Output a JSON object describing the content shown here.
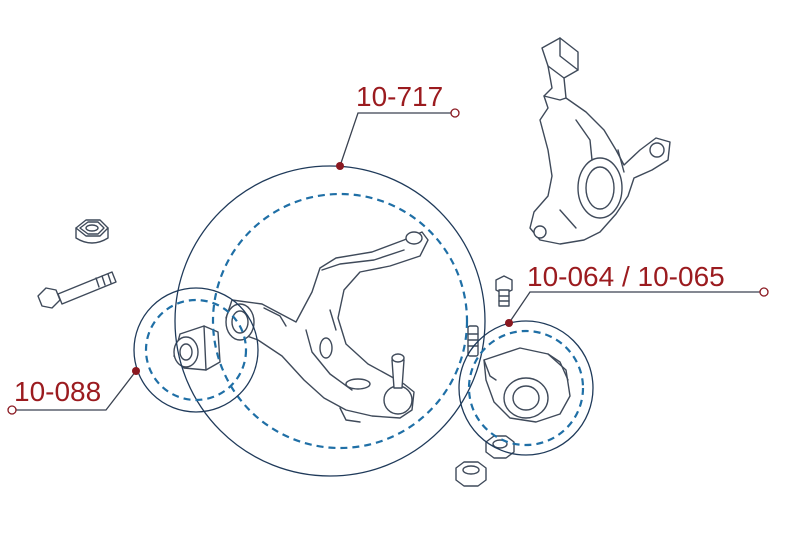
{
  "labels": {
    "lower_arm": "10-717",
    "rear_bushing": "10-064 / 10-065",
    "front_bushing": "10-088"
  },
  "colors": {
    "label": "#9b1b1f",
    "ring": "#1f3a5a",
    "dashed_ring": "#1f6fa6",
    "line_art": "#3f4a5a"
  }
}
